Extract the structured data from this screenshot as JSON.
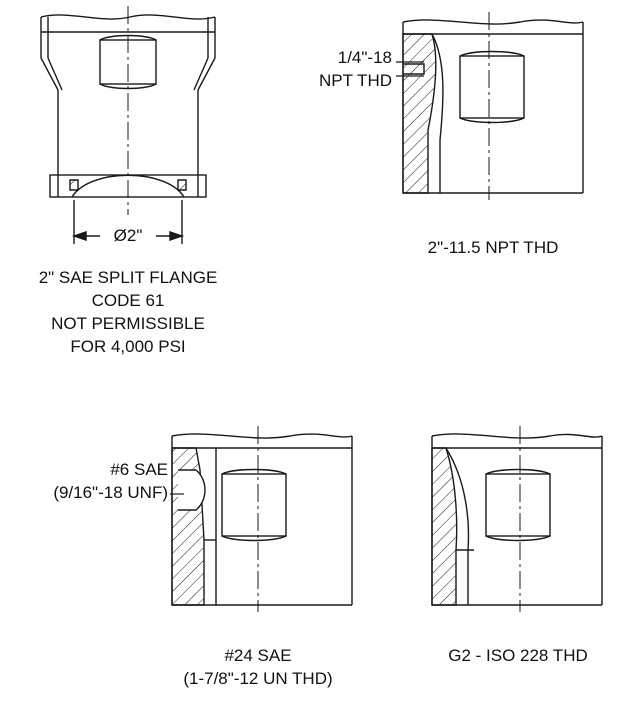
{
  "colors": {
    "line": "#1a1a1a",
    "background": "#ffffff"
  },
  "views": {
    "flange": {
      "dimension": "Ø2\"",
      "caption": [
        "2\" SAE SPLIT FLANGE",
        "CODE 61",
        "NOT PERMISSIBLE",
        "FOR 4,000 PSI"
      ]
    },
    "npt": {
      "callout": [
        "1/4\"-18",
        "NPT THD"
      ],
      "caption": [
        "2\"-11.5 NPT THD"
      ]
    },
    "sae": {
      "callout": [
        "#6 SAE",
        "(9/16\"-18 UNF)"
      ],
      "caption": [
        "#24 SAE",
        "(1-7/8\"-12 UN THD)"
      ]
    },
    "iso": {
      "caption": [
        "G2 - ISO 228 THD"
      ]
    }
  }
}
